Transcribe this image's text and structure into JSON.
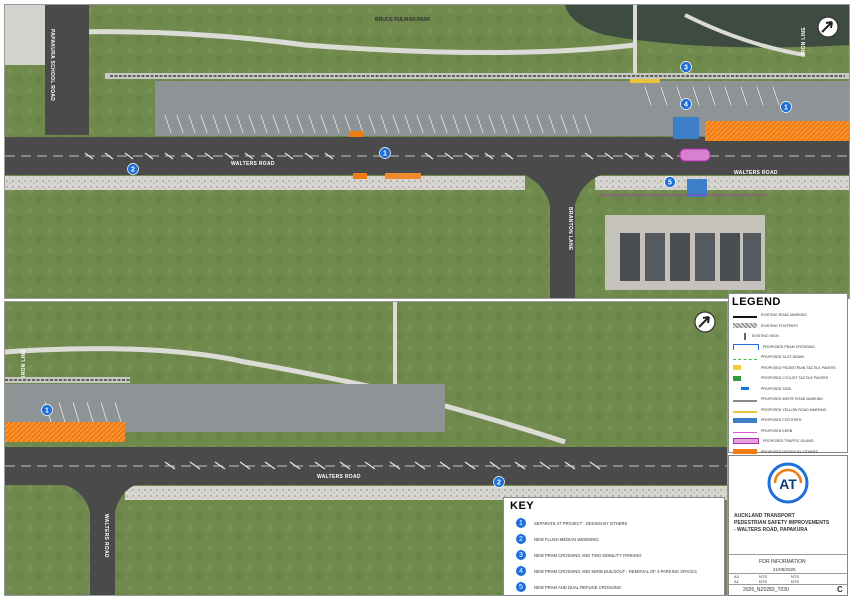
{
  "top_map": {
    "road_walters": "WALTERS ROAD",
    "road_top": "BRUCE PULMAN PARK",
    "road_left": "PAPAKURA SCHOOL ROAD",
    "road_right": "IRON LINE",
    "road_right2": "WALTERS ROAD",
    "road_side": "BRANTON LANE",
    "markers": [
      "1",
      "2",
      "3",
      "4",
      "5"
    ]
  },
  "bottom_map": {
    "road_walters": "WALTERS ROAD",
    "road_left": "IRON LINE",
    "road_left_bottom": "WALTERS ROAD",
    "markers": [
      "1",
      "2"
    ]
  },
  "legend": {
    "title": "LEGEND",
    "items": [
      {
        "label": "EXISTING ROAD MARKING",
        "symbol": "line-black"
      },
      {
        "label": "EXISTING FOOTPATH",
        "symbol": "hatch-grey"
      },
      {
        "label": "EXISTING SIGN",
        "symbol": "sign-grey"
      },
      {
        "label": "PROPOSED PRAM CROSSING",
        "symbol": "pram"
      },
      {
        "label": "PROPOSED SLOT DRAIN",
        "symbol": "dash-green"
      },
      {
        "label": "PROPOSED PEDESTRIAN TACTILE PAVERS",
        "symbol": "yellow"
      },
      {
        "label": "PROPOSED CYCLIST TACTILE PAVERS",
        "symbol": "green"
      },
      {
        "label": "PROPOSED SIGN",
        "symbol": "sign-blue"
      },
      {
        "label": "PROPOSED WHITE ROAD MARKING",
        "symbol": "line-grey"
      },
      {
        "label": "PROPOSED YELLOW ROAD MARKING",
        "symbol": "line-yellow"
      },
      {
        "label": "PROPOSED FOOTPATH",
        "symbol": "blue-fill"
      },
      {
        "label": "PROPOSED KERB",
        "symbol": "line-pink"
      },
      {
        "label": "PROPOSED TRAFFIC ISLAND",
        "symbol": "pink-fill"
      },
      {
        "label": "PROPOSED DESIGN BY OTHERS",
        "symbol": "orange-fill"
      }
    ]
  },
  "key": {
    "title": "KEY",
    "items": [
      {
        "num": "1",
        "label": "SEPARATE AT PROJECT - DESIGN BY OTHERS"
      },
      {
        "num": "2",
        "label": "NEW FLUSH MEDIAN WIDENING"
      },
      {
        "num": "3",
        "label": "NEW PRAM CROSSING AND TWO MOBILITY PARKING"
      },
      {
        "num": "4",
        "label": "NEW PRAM CROSSING AND KERB BUILDOUT - REMOVAL OF 4 PARKING SPACES"
      },
      {
        "num": "5",
        "label": "NEW PRAM AND DUAL REFUGE CROSSING"
      }
    ]
  },
  "title_block": {
    "logo_text": "AT",
    "line1": "AUCKLAND TRANSPORT",
    "line2": "PEDESTRIAN SAFETY IMPROVEMENTS",
    "line3": "- WALTERS ROAD, PAPAKURA",
    "status": "FOR INFORMATION",
    "date": "21/05/2026",
    "cells": [
      "A3",
      "NTS",
      "NTS",
      "A1",
      "NTS",
      "NTS"
    ],
    "drawing_number": "2026_NZ0283_T030",
    "revision": "C"
  },
  "colors": {
    "grass": "#6f8a4c",
    "road": "#4a4a4a",
    "carpark": "#8e9396",
    "footpath": "#c9c9c4",
    "orange": "#f07c12",
    "blue": "#3c7fc7",
    "badge": "#1e6fd9",
    "pink": "#d95fd0"
  }
}
